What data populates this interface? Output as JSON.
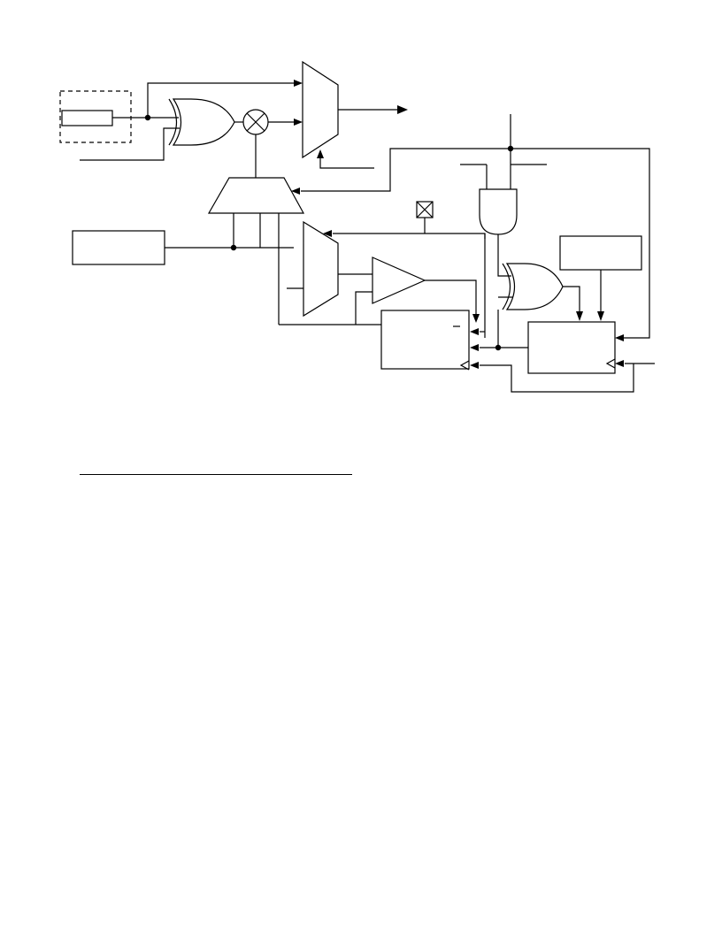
{
  "diagram": {
    "kind": "logic-circuit-block-diagram",
    "colors": {
      "ink": "#000000",
      "background": "#ffffff"
    },
    "components": [
      {
        "id": "input-register",
        "type": "rectangle"
      },
      {
        "id": "dashed-enclosure",
        "type": "dashed-rectangle"
      },
      {
        "id": "top-or-gate",
        "type": "or-gate"
      },
      {
        "id": "multiplier-node",
        "type": "circle-x"
      },
      {
        "id": "output-mux",
        "type": "mux"
      },
      {
        "id": "select-mux",
        "type": "mux"
      },
      {
        "id": "left-block",
        "type": "rectangle"
      },
      {
        "id": "middle-mux",
        "type": "mux"
      },
      {
        "id": "comparator",
        "type": "buffer-triangle"
      },
      {
        "id": "no-connect",
        "type": "x-box"
      },
      {
        "id": "left-flip-flop",
        "type": "flip-flop"
      },
      {
        "id": "and-gate",
        "type": "and-gate"
      },
      {
        "id": "lower-or-gate",
        "type": "or-gate"
      },
      {
        "id": "right-top-block",
        "type": "rectangle"
      },
      {
        "id": "right-flip-flop",
        "type": "flip-flop"
      }
    ]
  }
}
